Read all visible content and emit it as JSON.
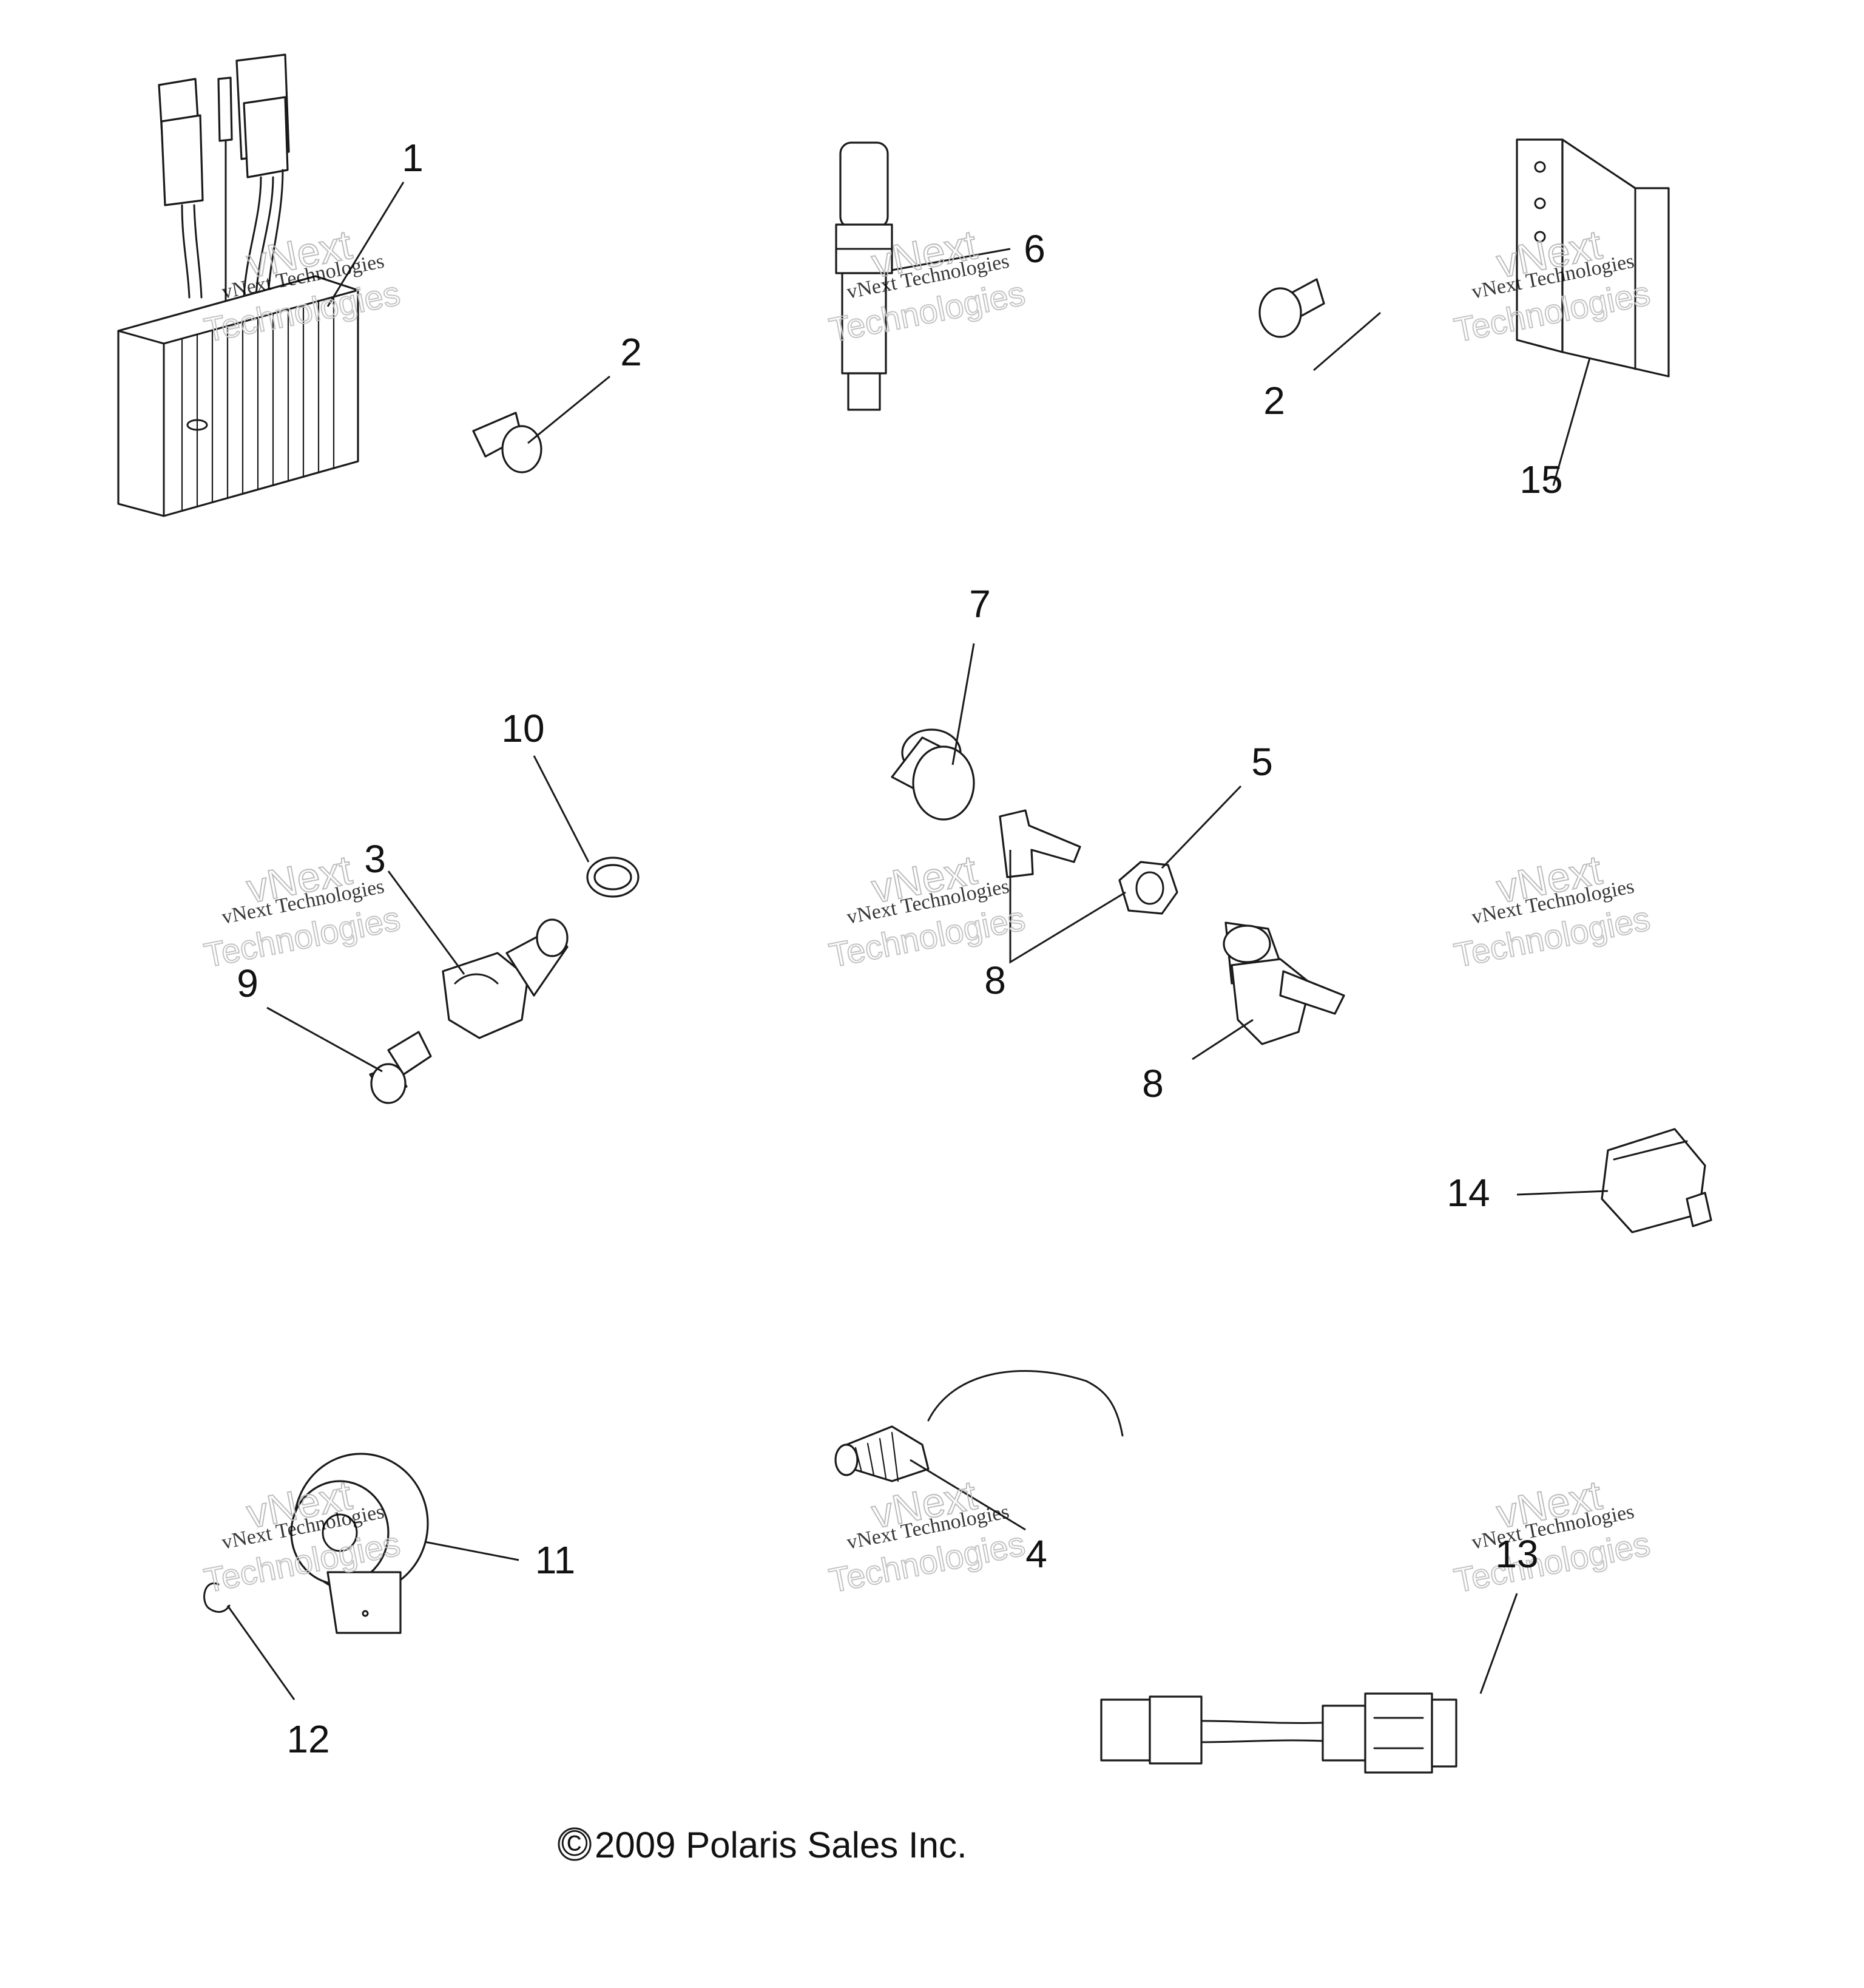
{
  "callouts": [
    "1",
    "2",
    "2",
    "15",
    "6",
    "7",
    "10",
    "5",
    "3",
    "9",
    "8",
    "8",
    "14",
    "11",
    "4",
    "13",
    "12"
  ],
  "watermark": {
    "line1": "vNext Technologies",
    "line2": "vNext",
    "line3": "Technologies"
  },
  "copyright": "2009 Polaris Sales Inc.",
  "copyright_symbol": "©"
}
